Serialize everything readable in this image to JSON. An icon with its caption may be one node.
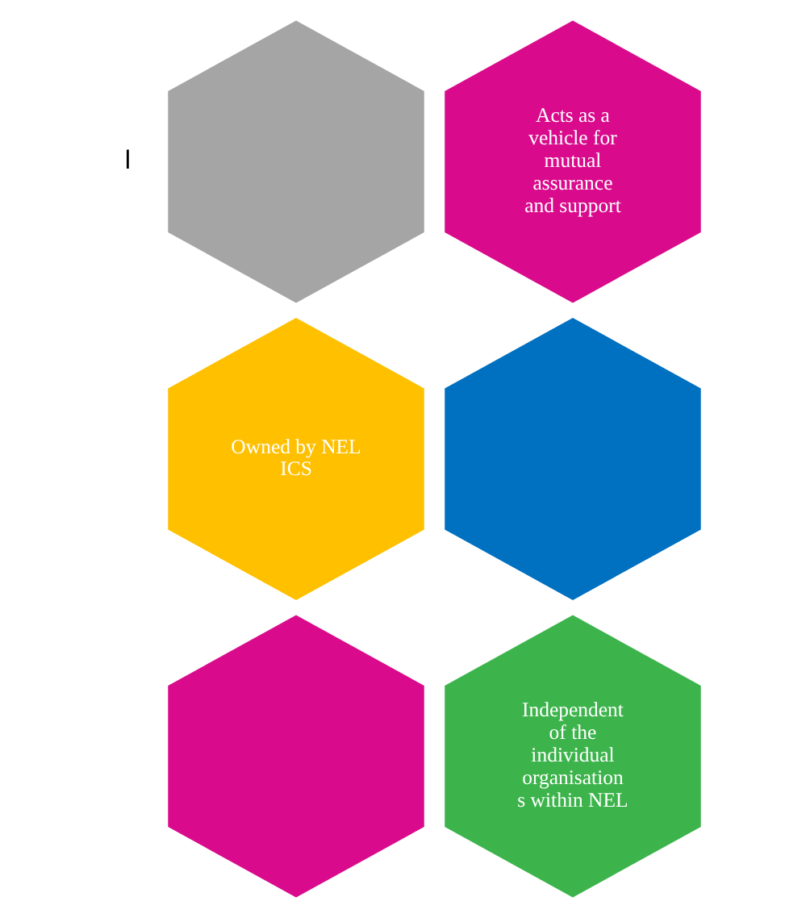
{
  "diagram": {
    "nodes": [
      {
        "text": [],
        "shape": "hexagon"
      },
      {
        "text": [
          "Acts as a vehicle for mutual assurance and support"
        ]
      },
      {
        "text": [
          "Owned by NEL ICS"
        ]
      },
      {
        "text": [],
        "shape": "hexagon"
      },
      {
        "text": [],
        "shape": "hexagon"
      },
      {
        "text": [
          "Independent of the individual organisation s within NEL"
        ]
      }
    ],
    "labels": [
      "l"
    ]
  }
}
